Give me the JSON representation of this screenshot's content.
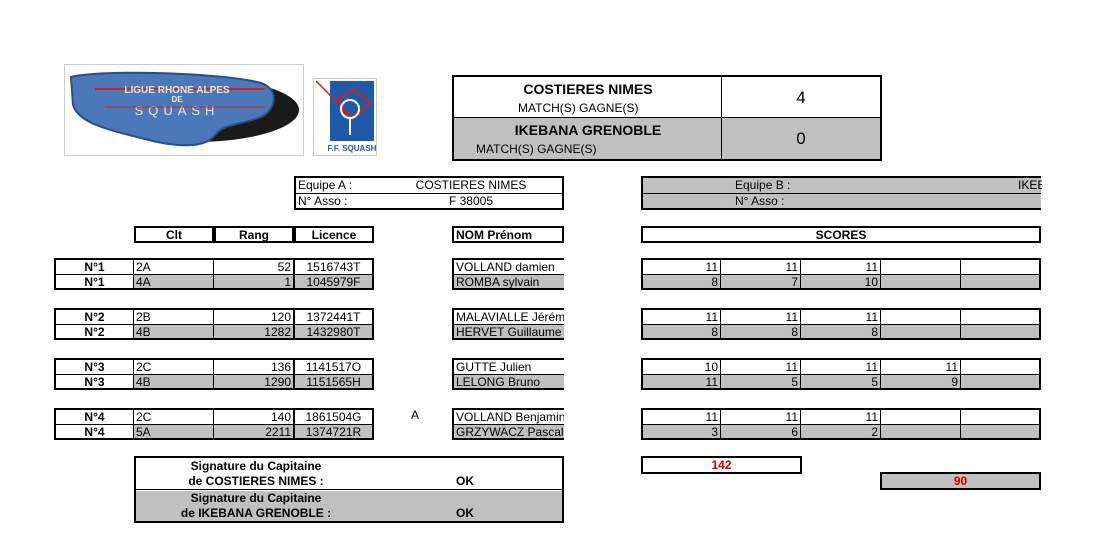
{
  "logos": {
    "ligue_text_top": "LIGUE RHONE ALPES",
    "ligue_text_mid": "DE",
    "ligue_text_bottom": "SQUASH",
    "ffs_text": "F.F. SQUASH"
  },
  "summary": {
    "team_a_name": "COSTIERES NIMES",
    "team_a_sub": "MATCH(S) GAGNE(S)",
    "team_a_score": "4",
    "team_b_name": "IKEBANA GRENOBLE",
    "team_b_sub": "MATCH(S) GAGNE(S)",
    "team_b_score": "0"
  },
  "team_a_info": {
    "equipe_label": "Equipe A :",
    "equipe_value": "COSTIERES NIMES",
    "asso_label": "N° Asso :",
    "asso_value": "F 38005"
  },
  "team_b_info": {
    "equipe_label": "Equipe B :",
    "equipe_value": "IKEBANA GRENOBLE",
    "asso_label": "N° Asso :"
  },
  "headers": {
    "clt": "Clt",
    "rang": "Rang",
    "licence": "Licence",
    "nom": "NOM Prénom",
    "scores": "SCORES"
  },
  "matches": [
    {
      "a": {
        "num": "N°1",
        "clt": "2A",
        "rang": "52",
        "licence": "1516743T",
        "nom": "VOLLAND damien",
        "scores": [
          "11",
          "11",
          "11",
          "",
          ""
        ]
      },
      "b": {
        "num": "N°1",
        "clt": "4A",
        "rang": "1",
        "licence": "1045979F",
        "nom": "ROMBA sylvain",
        "scores": [
          "8",
          "7",
          "10",
          "",
          ""
        ]
      },
      "mark": ""
    },
    {
      "a": {
        "num": "N°2",
        "clt": "2B",
        "rang": "120",
        "licence": "1372441T",
        "nom": "MALAVIALLE Jérémy",
        "scores": [
          "11",
          "11",
          "11",
          "",
          ""
        ]
      },
      "b": {
        "num": "N°2",
        "clt": "4B",
        "rang": "1282",
        "licence": "1432980T",
        "nom": "HERVET Guillaume",
        "scores": [
          "8",
          "8",
          "8",
          "",
          ""
        ]
      },
      "mark": ""
    },
    {
      "a": {
        "num": "N°3",
        "clt": "2C",
        "rang": "136",
        "licence": "1141517O",
        "nom": "GUTTE Julien",
        "scores": [
          "10",
          "11",
          "11",
          "11",
          ""
        ]
      },
      "b": {
        "num": "N°3",
        "clt": "4B",
        "rang": "1290",
        "licence": "1151565H",
        "nom": "LELONG Bruno",
        "scores": [
          "11",
          "5",
          "5",
          "9",
          ""
        ]
      },
      "mark": ""
    },
    {
      "a": {
        "num": "N°4",
        "clt": "2C",
        "rang": "140",
        "licence": "1861504G",
        "nom": "VOLLAND Benjamin",
        "scores": [
          "11",
          "11",
          "11",
          "",
          ""
        ]
      },
      "b": {
        "num": "N°4",
        "clt": "5A",
        "rang": "2211",
        "licence": "1374721R",
        "nom": "GRZYWACZ Pascal",
        "scores": [
          "3",
          "6",
          "2",
          "",
          ""
        ]
      },
      "mark": "A"
    }
  ],
  "totals": {
    "team_a": "142",
    "team_b": "90",
    "color": "#cc0000"
  },
  "signatures": {
    "a_line1": "Signature du Capitaine",
    "a_line2": "de COSTIERES NIMES :",
    "a_status": "OK",
    "b_line1": "Signature du Capitaine",
    "b_line2": "de IKEBANA GRENOBLE :",
    "b_status": "OK"
  }
}
